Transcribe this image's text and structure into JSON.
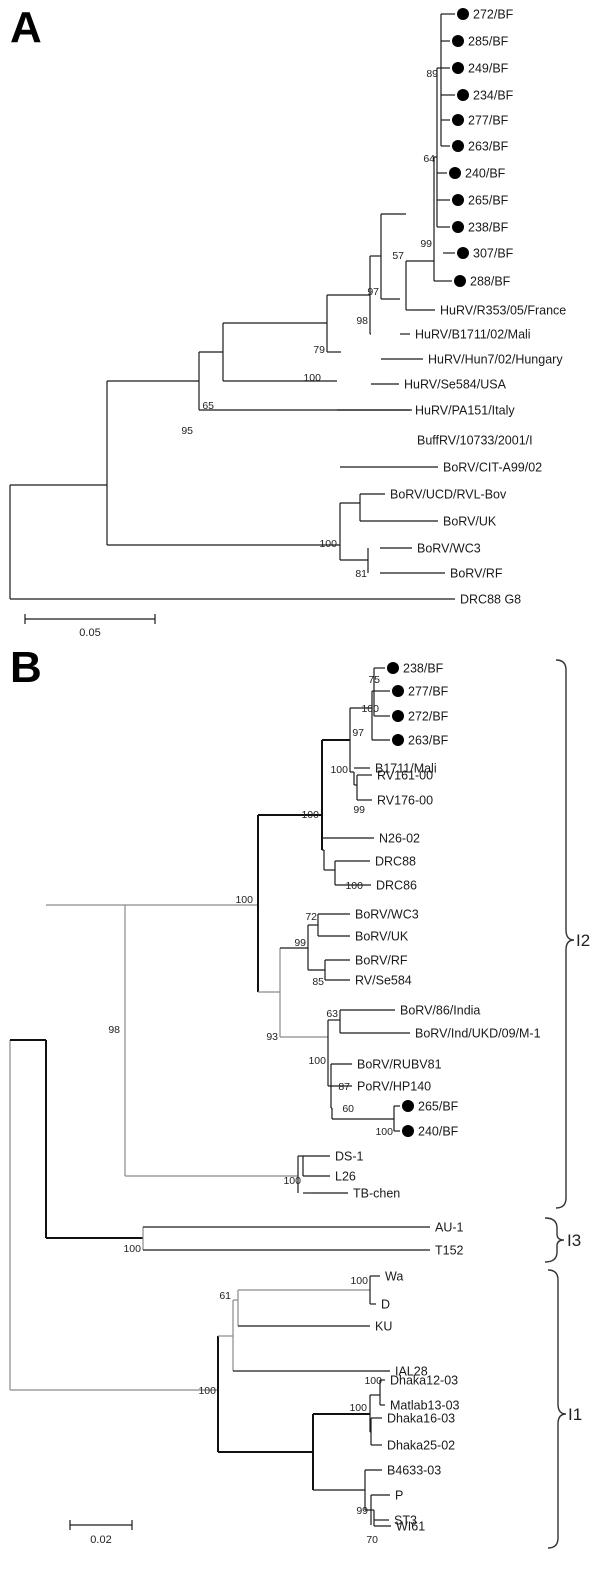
{
  "panels": {
    "a": {
      "letter": "A",
      "scale_label": "0.05"
    },
    "b": {
      "letter": "B",
      "scale_label": "0.02"
    }
  },
  "clades": [
    "I2",
    "I3",
    "I1"
  ],
  "tree_a": {
    "tips": [
      "272/BF",
      "285/BF",
      "249/BF",
      "234/BF",
      "277/BF",
      "263/BF",
      "240/BF",
      "265/BF",
      "238/BF",
      "307/BF",
      "288/BF",
      "HuRV/R353/05/France",
      "HuRV/B1711/02/Mali",
      "HuRV/Hun7/02/Hungary",
      "HuRV/Se584/USA",
      "HuRV/PA151/Italy",
      "BuffRV/10733/2001/I",
      "BoRV/CIT-A99/02",
      "BoRV/UCD/RVL-Bov",
      "BoRV/UK",
      "BoRV/WC3",
      "BoRV/RF",
      "DRC88 G8"
    ],
    "bootstrap": [
      "89",
      "64",
      "99",
      "57",
      "97",
      "98",
      "79",
      "100",
      "65",
      "95",
      "100",
      "81"
    ]
  },
  "tree_b": {
    "tips": [
      "238/BF",
      "277/BF",
      "272/BF",
      "263/BF",
      "B1711/Mali",
      "RV161-00",
      "RV176-00",
      "N26-02",
      "DRC88",
      "DRC86",
      "BoRV/WC3",
      "BoRV/UK",
      "BoRV/RF",
      "RV/Se584",
      "BoRV/86/India",
      "BoRV/Ind/UKD/09/M-1",
      "BoRV/RUBV81",
      "PoRV/HP140",
      "265/BF",
      "240/BF",
      "DS-1",
      "L26",
      "TB-chen",
      "AU-1",
      "T152",
      "Wa",
      "D",
      "KU",
      "IAL28",
      "Dhaka12-03",
      "Matlab13-03",
      "Dhaka16-03",
      "Dhaka25-02",
      "B4633-03",
      "P",
      "ST3",
      "WI61"
    ],
    "bootstrap": [
      "75",
      "100",
      "97",
      "100",
      "99",
      "100",
      "100",
      "72",
      "99",
      "85",
      "63",
      "100",
      "87",
      "60",
      "100",
      "93",
      "100",
      "100",
      "98",
      "100",
      "100",
      "61",
      "100",
      "100",
      "100",
      "99",
      "70"
    ]
  }
}
